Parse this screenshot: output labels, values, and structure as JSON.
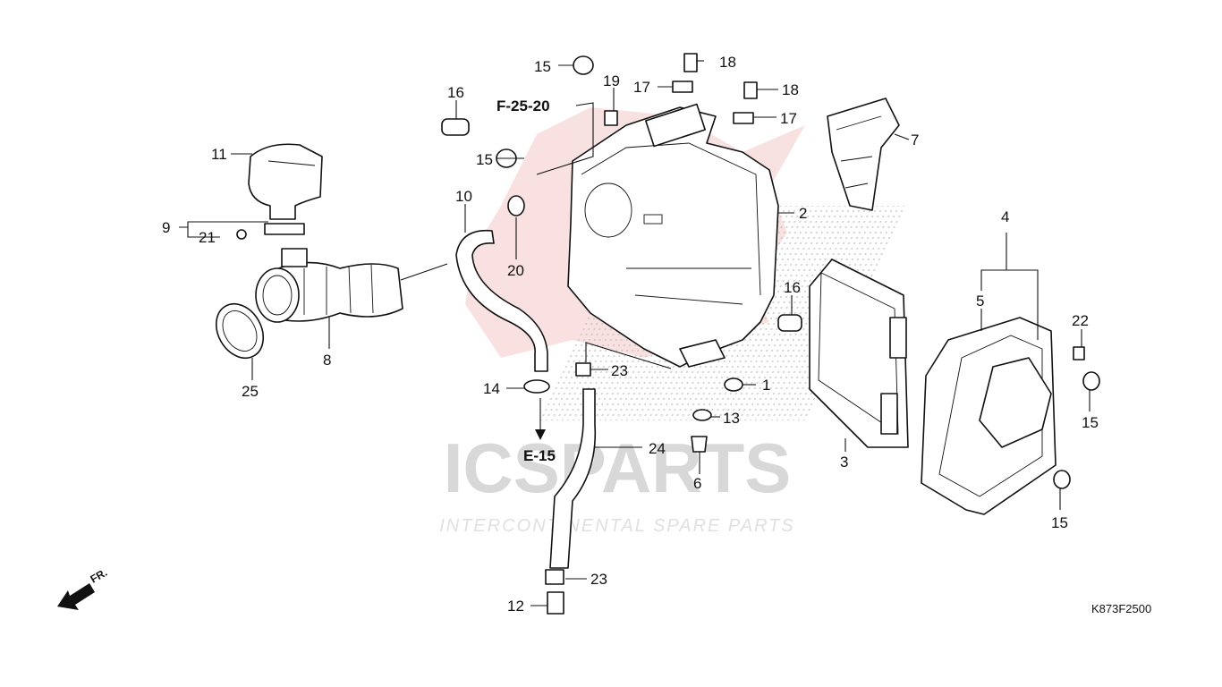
{
  "watermark": {
    "logo_text": "ICSPARTS",
    "tagline": "INTERCONTINENTAL SPARE PARTS"
  },
  "diagram_code": "K873F2500",
  "front_arrow_label": "FR.",
  "references": {
    "ref_f": "F-25-20",
    "ref_e": "E-15"
  },
  "callouts": {
    "c1": "1",
    "c2": "2",
    "c3": "3",
    "c4": "4",
    "c5": "5",
    "c6": "6",
    "c7": "7",
    "c8": "8",
    "c9": "9",
    "c10": "10",
    "c11": "11",
    "c12": "12",
    "c13": "13",
    "c14": "14",
    "c15a": "15",
    "c15b": "15",
    "c15c": "15",
    "c15d": "15",
    "c16a": "16",
    "c16b": "16",
    "c17a": "17",
    "c17b": "17",
    "c18a": "18",
    "c18b": "18",
    "c19": "19",
    "c20": "20",
    "c21": "21",
    "c22": "22",
    "c23a": "23",
    "c23b": "23",
    "c24": "24",
    "c25": "25"
  },
  "colors": {
    "line": "#111111",
    "watermark_gray": "#d8d8d8",
    "watermark_red": "#f4c9c9"
  }
}
